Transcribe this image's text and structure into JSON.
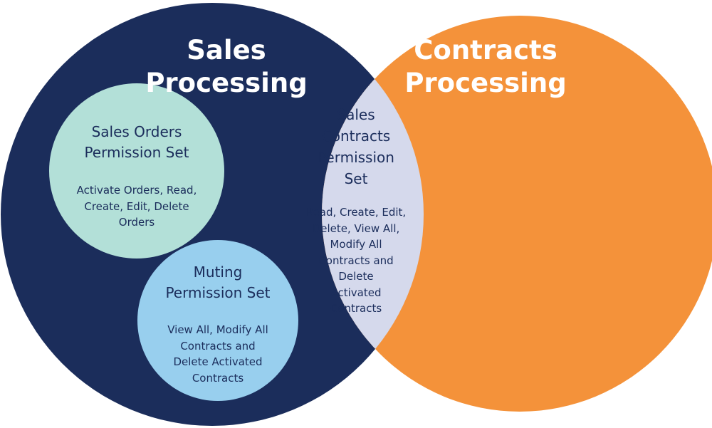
{
  "colors": {
    "sales_circle": "#1b2d5b",
    "contracts_circle": "#f4923a",
    "intersection": "#d5d9ec",
    "sales_orders_circle": "#b3e0d8",
    "muting_circle": "#98cfee",
    "dark_text": "#1b2d5b",
    "light_text": "#ffffff"
  },
  "sales_processing": {
    "title": [
      "Sales",
      "Processing"
    ]
  },
  "contracts_processing": {
    "title": [
      "Contracts",
      "Processing"
    ]
  },
  "intersection": {
    "title": [
      "Sales",
      "Contracts",
      "Permission",
      "Set"
    ],
    "body": [
      "Read, Create, Edit,",
      "Delete, View All,",
      "Modify All",
      "Contracts and",
      "Delete",
      "Activated",
      "Contracts"
    ]
  },
  "sales_orders_set": {
    "title": [
      "Sales Orders",
      "Permission Set"
    ],
    "body": [
      "Activate Orders, Read,",
      "Create, Edit, Delete",
      "Orders"
    ]
  },
  "muting_set": {
    "title": [
      "Muting",
      "Permission Set"
    ],
    "body": [
      "View All, Modify All",
      "Contracts and",
      "Delete Activated",
      "Contracts"
    ]
  }
}
